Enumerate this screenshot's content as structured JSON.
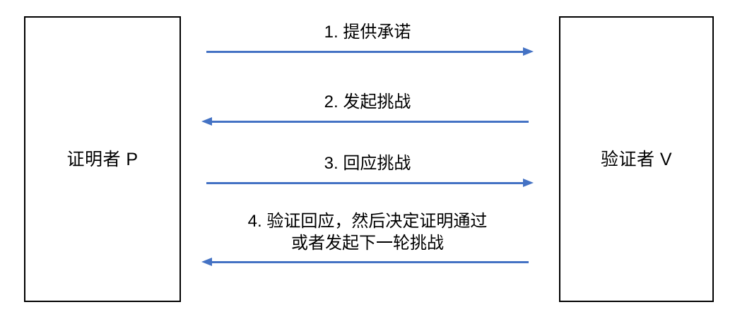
{
  "diagram": {
    "title": "zero-knowledge-proof-interaction",
    "accent_color": "#4472C4",
    "border_color": "#000000",
    "background_color": "#FFFFFF"
  },
  "parties": {
    "prover": {
      "label": "证明者 P"
    },
    "verifier": {
      "label": "验证者 V"
    }
  },
  "messages": [
    {
      "index": "1",
      "label": "1. 提供承诺",
      "direction": "prover-to-verifier"
    },
    {
      "index": "2",
      "label": "2. 发起挑战",
      "direction": "verifier-to-prover"
    },
    {
      "index": "3",
      "label": "3. 回应挑战",
      "direction": "prover-to-verifier"
    },
    {
      "index": "4",
      "label_line_1": "4. 验证回应，然后决定证明通过",
      "label_line_2": "或者发起下一轮挑战",
      "direction": "verifier-to-prover"
    }
  ]
}
